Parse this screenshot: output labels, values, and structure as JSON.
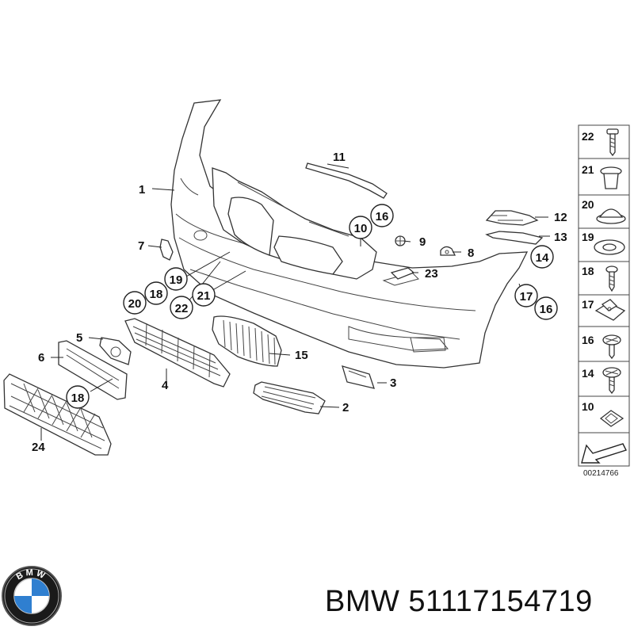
{
  "diagram": {
    "callouts": [
      "1",
      "2",
      "3",
      "4",
      "5",
      "6",
      "7",
      "8",
      "9",
      "10",
      "11",
      "12",
      "13",
      "14",
      "15",
      "16",
      "17",
      "18",
      "19",
      "20",
      "21",
      "22",
      "23",
      "24"
    ],
    "circled_callouts": [
      "10",
      "16",
      "14",
      "17",
      "16",
      "19",
      "18",
      "20",
      "22",
      "21",
      "18"
    ],
    "parts_panel": [
      "22",
      "21",
      "20",
      "19",
      "18",
      "17",
      "16",
      "14",
      "10"
    ],
    "reference_code": "00214766"
  },
  "brand": {
    "logo_letters": "BMW",
    "caption": "BMW 51117154719"
  }
}
